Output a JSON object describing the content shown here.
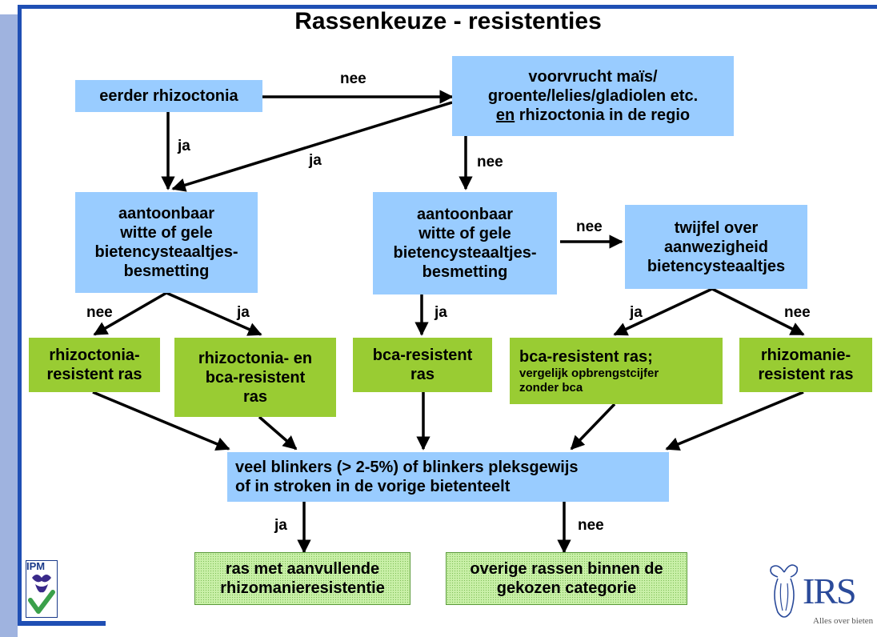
{
  "title": "Rassenkeuze - resistenties",
  "boxes": {
    "eerder": "eerder rhizoctonia",
    "voorvrucht_1": "voorvrucht maïs/",
    "voorvrucht_2": "groente/lelies/gladiolen etc.",
    "voorvrucht_3a": "en",
    "voorvrucht_3b": " rhizoctonia in de regio",
    "aantoon_left": [
      "aantoonbaar",
      "witte of gele",
      "bietencysteaaltjes-",
      "besmetting"
    ],
    "aantoon_mid": [
      "aantoonbaar",
      "witte of gele",
      "bietencysteaaltjes-",
      "besmetting"
    ],
    "twijfel": [
      "twijfel over",
      "aanwezigheid",
      "bietencysteaaltjes"
    ],
    "rhizo_res": [
      "rhizoctonia-",
      "resistent ras"
    ],
    "rhizo_bca": [
      "rhizoctonia- en",
      "bca-resistent",
      "ras"
    ],
    "bca_res": [
      "bca-resistent",
      "ras"
    ],
    "bca_ras": "bca-resistent ras;",
    "bca_ras_note": [
      "vergelijk opbrengstcijfer",
      "zonder bca"
    ],
    "rhizomanie": [
      "rhizomanie-",
      "resistent ras"
    ],
    "blinkers": [
      "veel blinkers (> 2-5%) of blinkers pleksgewijs",
      "of in stroken in de vorige bietenteelt"
    ],
    "aanvullend": [
      "ras met aanvullende",
      "rhizomanieresistentie"
    ],
    "overige": [
      "overige rassen binnen de",
      "gekozen categorie"
    ]
  },
  "labels": {
    "nee_top": "nee",
    "ja_left": "ja",
    "ja_diag": "ja",
    "nee_mid": "nee",
    "nee_right": "nee",
    "nee_left_split": "nee",
    "ja_left_split": "ja",
    "ja_mid": "ja",
    "ja_right_split": "ja",
    "nee_right_split": "nee",
    "ja_bottom": "ja",
    "nee_bottom": "nee"
  },
  "logos": {
    "ipm": "IPM",
    "irs": "IRS",
    "irs_tagline": "Alles over bieten"
  },
  "colors": {
    "decision_box": "#99ccff",
    "outcome_box": "#99cc33",
    "final_box": "#c9f0a8",
    "frame": "#1f4fb4"
  }
}
